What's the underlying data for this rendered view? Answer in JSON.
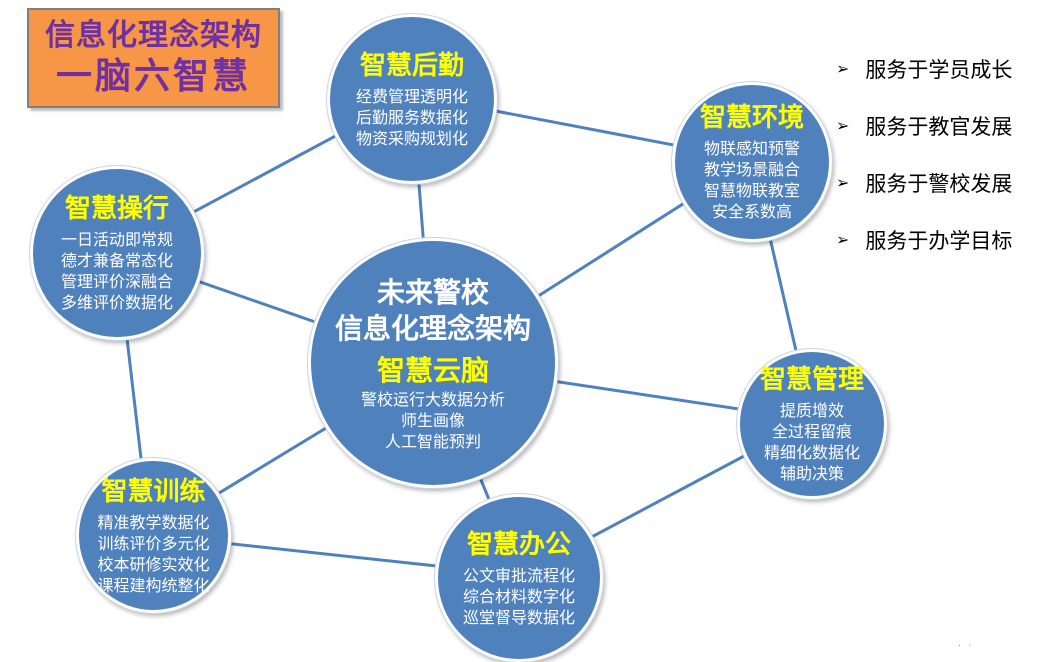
{
  "title": {
    "line1": "信息化理念架构",
    "line2": "一脑六智慧"
  },
  "center": {
    "heading_line1": "未来警校",
    "heading_line2": "信息化理念架构",
    "title": "智慧云脑",
    "lines": [
      "警校运行大数据分析",
      "师生画像",
      "人工智能预判"
    ]
  },
  "nodes": {
    "houqin": {
      "title": "智慧后勤",
      "lines": [
        "经费管理透明化",
        "后勤服务数据化",
        "物资采购规划化"
      ]
    },
    "huanjing": {
      "title": "智慧环境",
      "lines": [
        "物联感知预警",
        "教学场景融合",
        "智慧物联教室",
        "安全系数高"
      ]
    },
    "caoxing": {
      "title": "智慧操行",
      "lines": [
        "一日活动即常规",
        "德才兼备常态化",
        "管理评价深融合",
        "多维评价数据化"
      ]
    },
    "guanli": {
      "title": "智慧管理",
      "lines": [
        "提质增效",
        "全过程留痕",
        "精细化数据化",
        "辅助决策"
      ]
    },
    "xunlian": {
      "title": "智慧训练",
      "lines": [
        "精准教学数据化",
        "训练评价多元化",
        "校本研修实效化",
        "课程建构统整化"
      ]
    },
    "bangong": {
      "title": "智慧办公",
      "lines": [
        "公文审批流程化",
        "综合材料数字化",
        "巡堂督导数据化"
      ]
    }
  },
  "services": [
    "服务于学员成长",
    "服务于教官发展",
    "服务于警校发展",
    "服务于办学目标"
  ],
  "colors": {
    "node_fill": "#4f81bd",
    "node_title": "#ffff00",
    "title_box": "#f79646",
    "title_text": "#7030a0",
    "connector": "#4f81bd"
  }
}
